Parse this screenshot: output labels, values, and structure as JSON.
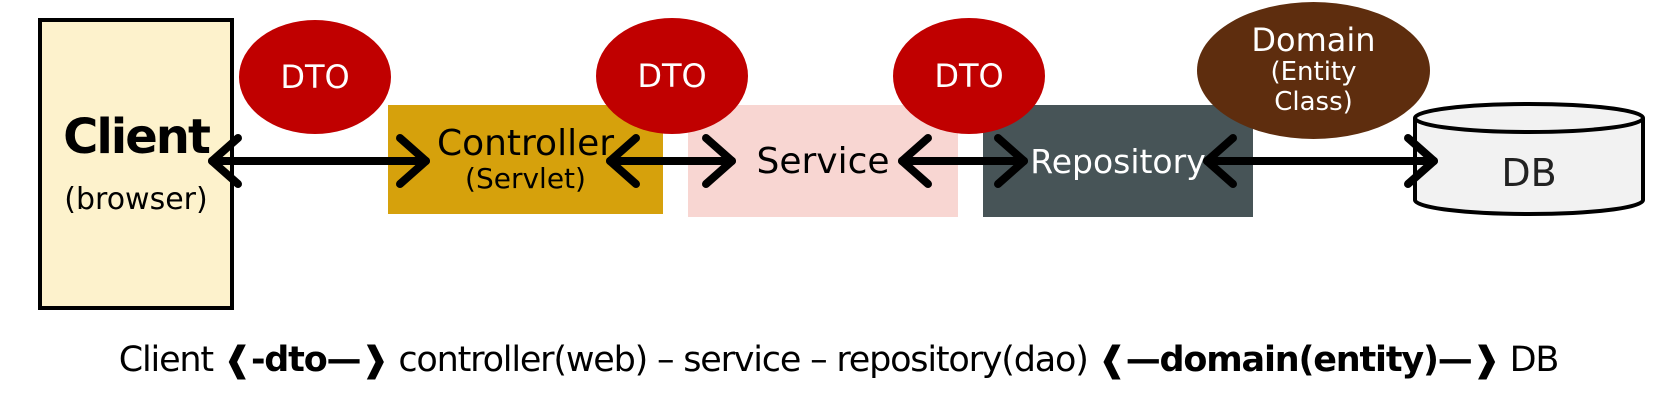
{
  "nodes": {
    "client": {
      "title": "Client",
      "subtitle": "(browser)"
    },
    "controller": {
      "title": "Controller",
      "subtitle": "(Servlet)"
    },
    "service": {
      "title": "Service"
    },
    "repository": {
      "title": "Repository"
    },
    "db": {
      "label": "DB"
    }
  },
  "ovals": {
    "dto1": "DTO",
    "dto2": "DTO",
    "dto3": "DTO",
    "domain": {
      "title": "Domain",
      "line1": "(Entity",
      "line2": "Class)"
    }
  },
  "caption": {
    "p1": "Client ",
    "p2": "❰-dto—❱",
    "p3": " controller(web) – service – repository(dao) ",
    "p4": "❰—domain(entity)—❱",
    "p5": " DB"
  },
  "colors": {
    "client_bg": "#fdf2cc",
    "controller_bg": "#d6a10c",
    "service_bg": "#f8d6d2",
    "repository_bg": "#475457",
    "dto_red": "#c00000",
    "domain_brown": "#5e2d0e",
    "db_fill": "#f2f2f2"
  }
}
